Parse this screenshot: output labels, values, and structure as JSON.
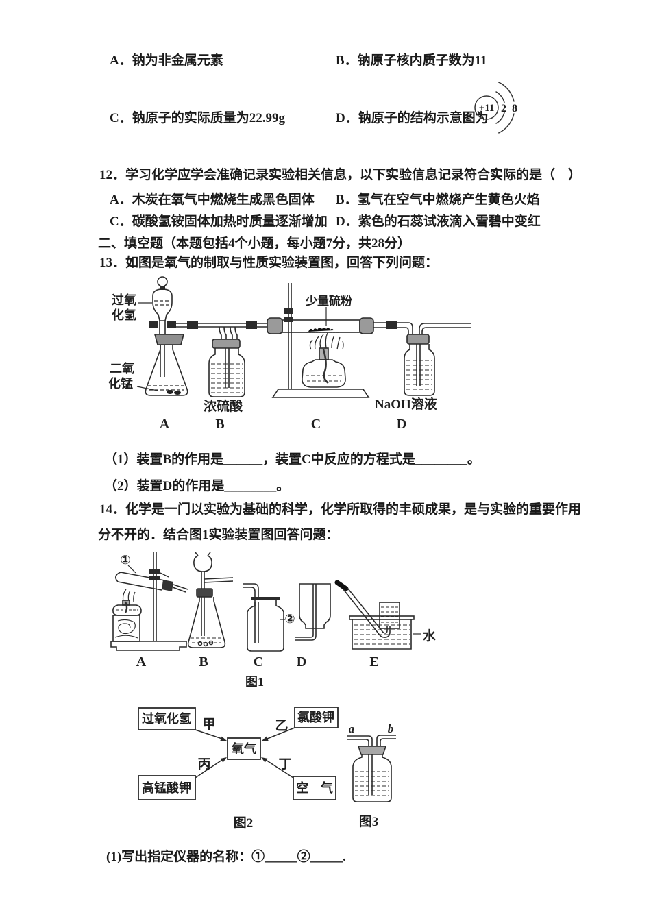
{
  "q11": {
    "options": {
      "a": "A．钠为非金属元素",
      "b": "B．钠原子核内质子数为11",
      "c": "C．钠原子的实际质量为22.99g",
      "d": "D．钠原子的结构示意图为"
    },
    "atom": {
      "nucleus": "+11",
      "shell1_electrons": "2",
      "shell2_electrons": "8"
    }
  },
  "q12": {
    "stem": "12．学习化学应学会准确记录实验相关信息，以下实验信息记录符合实际的是（　）",
    "options": {
      "a": "A．木炭在氧气中燃烧生成黑色固体",
      "b": "B．氢气在空气中燃烧产生黄色火焰",
      "c": "C．碳酸氢铵固体加热时质量逐渐增加",
      "d": "D．紫色的石蕊试液滴入雪碧中变红"
    }
  },
  "section2_title": "二、填空题（本题包括4个小题，每小题7分，共28分）",
  "q13": {
    "stem": "13．如图是氧气的制取与性质实验装置图，回答下列问题：",
    "apparatus": {
      "reagent_top": [
        "过氧",
        "化氢"
      ],
      "reagent_bottom": [
        "二氧",
        "化锰"
      ],
      "bottle_b_label": "浓硫酸",
      "tube_c_label": "少量硫粉",
      "bottle_d_label": "NaOH溶液",
      "letters": [
        "A",
        "B",
        "C",
        "D"
      ]
    },
    "sub1": "（1）装置B的作用是______，装置C中反应的方程式是________。",
    "sub2": "（2）装置D的作用是________。"
  },
  "q14": {
    "stem_line1": "14．化学是一门以实验为基础的科学，化学所取得的丰硕成果，是与实验的重要作用",
    "stem_line2": "分不开的．结合图1实验装置图回答问题：",
    "fig1": {
      "callout1": "①",
      "callout2": "②",
      "letters": [
        "A",
        "B",
        "C",
        "D",
        "E"
      ],
      "water_label": "水",
      "caption": "图1"
    },
    "fig2": {
      "box_top_left": "过氧化氢",
      "box_top_right": "氯酸钾",
      "box_bottom_left": "高锰酸钾",
      "box_bottom_right": "空　气",
      "box_center": "氧气",
      "arrow_top_left": "甲",
      "arrow_top_right": "乙",
      "arrow_bottom_left": "丙",
      "arrow_bottom_right": "丁",
      "caption": "图2"
    },
    "fig3": {
      "tube_a": "a",
      "tube_b": "b",
      "caption": "图3"
    },
    "sub1": "(1)写出指定仪器的名称：①_____②_____."
  }
}
